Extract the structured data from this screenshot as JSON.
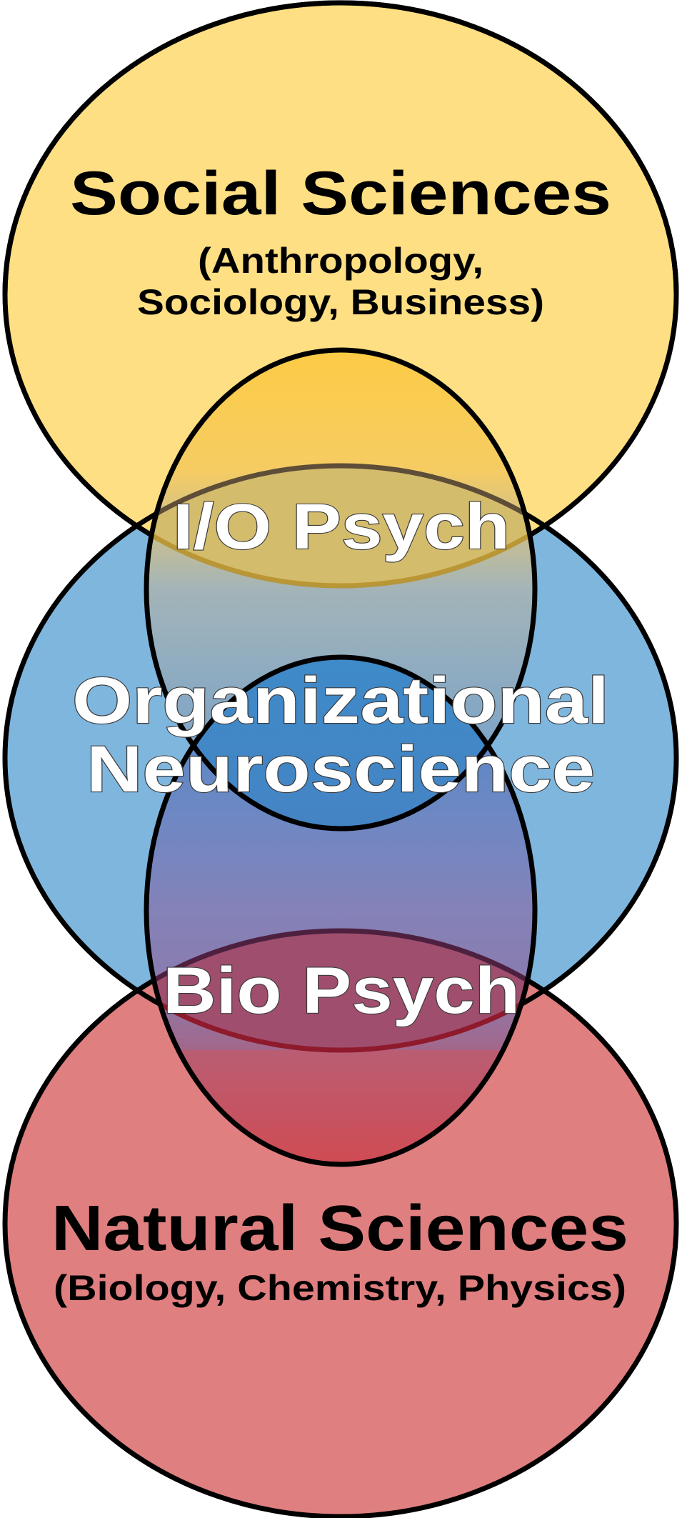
{
  "diagram": {
    "type": "venn",
    "circles": [
      {
        "id": "social",
        "title": "Social Sciences",
        "subtitle_lines": [
          "(Anthropology,",
          "Sociology, Business)"
        ],
        "color": "#FEDF83"
      },
      {
        "id": "neuro",
        "title_lines": [
          "Organizational",
          "Neuroscience"
        ],
        "color": "#7FB6DE"
      },
      {
        "id": "natural",
        "title": "Natural Sciences",
        "subtitle_lines": [
          "(Biology, Chemistry, Physics)"
        ],
        "color": "#E07F80"
      }
    ],
    "overlaps": [
      {
        "id": "io-psych",
        "label": "I/O Psych",
        "between": [
          "Social Sciences",
          "Organizational Neuroscience"
        ],
        "color": "#D1BB6C"
      },
      {
        "id": "bio-psych",
        "label": "Bio Psych",
        "between": [
          "Organizational Neuroscience",
          "Natural Sciences"
        ],
        "color": "#9E4E6E"
      }
    ],
    "outline_color": "#000000"
  }
}
